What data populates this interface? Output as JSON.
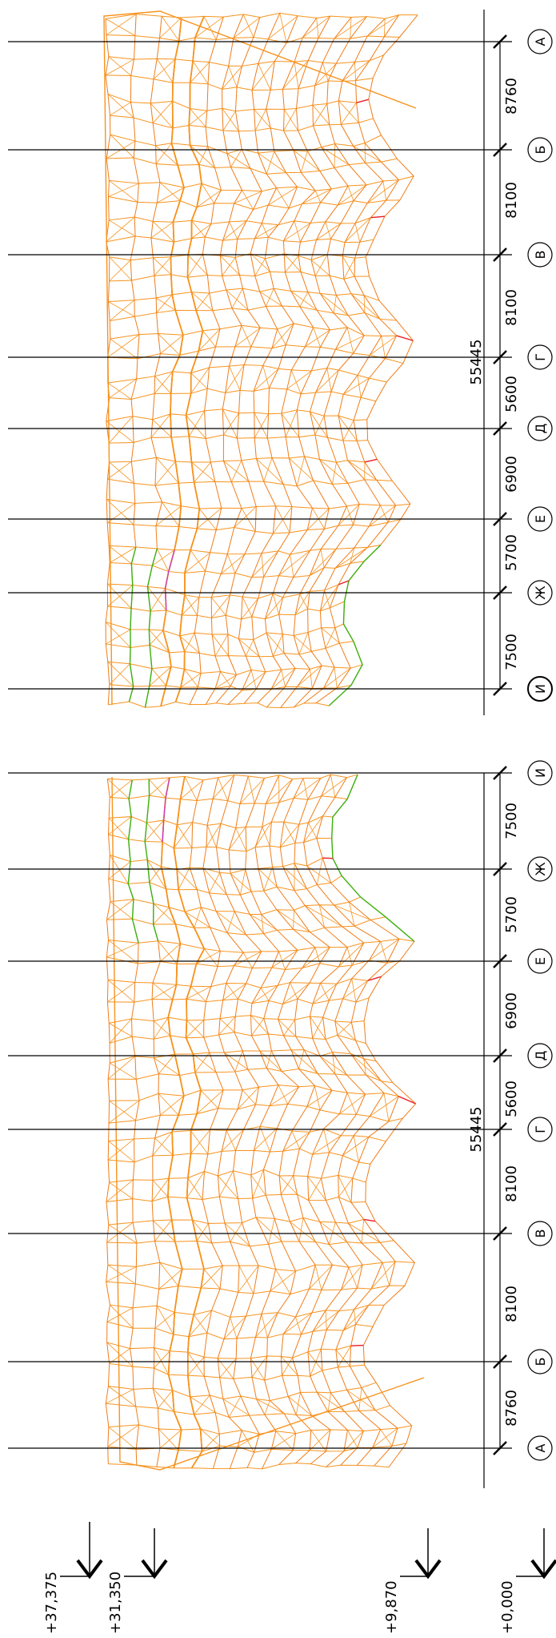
{
  "drawing": {
    "colors": {
      "mesh_primary": "#f7931e",
      "mesh_secondary": "#f07d1a",
      "highlight_green": "#3cb00f",
      "highlight_red": "#e8202a",
      "highlight_magenta": "#c23bd4",
      "gridline": "#000000"
    },
    "upper_view": {
      "total_dimension": "55445",
      "axes": [
        {
          "letter": "И",
          "spacing": "7500"
        },
        {
          "letter": "Ж",
          "spacing": "5700"
        },
        {
          "letter": "Е",
          "spacing": "6900"
        },
        {
          "letter": "Д",
          "spacing": "5600"
        },
        {
          "letter": "Г",
          "spacing": "8100"
        },
        {
          "letter": "В",
          "spacing": "8100"
        },
        {
          "letter": "Б",
          "spacing": "8760"
        },
        {
          "letter": "А",
          "spacing": ""
        }
      ]
    },
    "lower_view": {
      "total_dimension": "55445",
      "axes": [
        {
          "letter": "А",
          "spacing": "8760"
        },
        {
          "letter": "Б",
          "spacing": "8100"
        },
        {
          "letter": "В",
          "spacing": "8100"
        },
        {
          "letter": "Г",
          "spacing": "5600"
        },
        {
          "letter": "Д",
          "spacing": "6900"
        },
        {
          "letter": "Е",
          "spacing": "5700"
        },
        {
          "letter": "Ж",
          "spacing": "7500"
        },
        {
          "letter": "И",
          "spacing": ""
        }
      ]
    },
    "elevation_marks": [
      {
        "label": "+37,375"
      },
      {
        "label": "+31,350"
      },
      {
        "label": "+9,870"
      },
      {
        "label": "+0,000"
      }
    ]
  }
}
